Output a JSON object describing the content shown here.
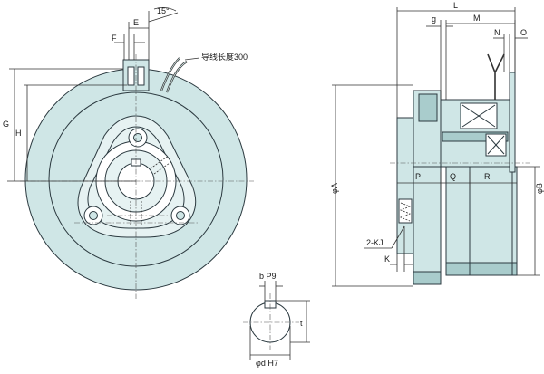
{
  "colors": {
    "body_fill": "#cfe6e6",
    "body_fill_dark": "#a9cccc",
    "hub_fill": "#ffffff",
    "line": "#2c3a40"
  },
  "labels": {
    "angle": "15°",
    "F": "F",
    "E": "E",
    "G": "G",
    "H": "H",
    "lead_wire": "导线长度300",
    "L": "L",
    "g": "g",
    "M": "M",
    "N": "N",
    "O": "O",
    "phiA": "φA",
    "phiB": "φB",
    "P": "P",
    "Q": "Q",
    "R": "R",
    "KJ": "2-KJ",
    "K": "K",
    "bP9": "b P9",
    "t": "t",
    "dH7": "φd H7"
  }
}
